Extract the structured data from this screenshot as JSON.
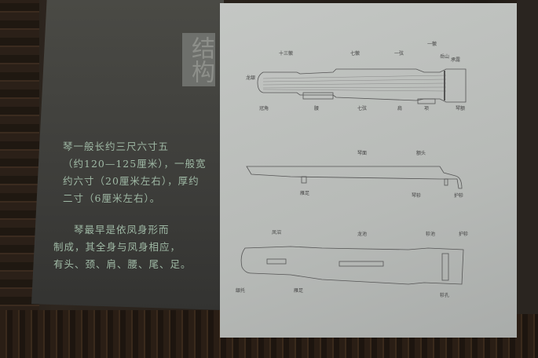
{
  "title": "结构",
  "paragraph1": [
    "琴一般长约三尺六寸五",
    "（约120—125厘米），一般宽",
    "约六寸（20厘米左右），厚约",
    "二寸（6厘米左右）。"
  ],
  "paragraph2": [
    "琴最早是依凤身形而",
    "制成，其全身与凤身相应，",
    "有头、颈、肩、腰、尾、足。"
  ],
  "top_view_labels": {
    "shisan_hui": "十三徽",
    "qi_hui": "七徽",
    "yi_xian": "一弦",
    "yi_hui": "一徽",
    "yueshan": "岳山",
    "chenglu": "承露",
    "longyin": "龙龈",
    "guanjiao": "冠角",
    "yao": "腰",
    "qi_xian": "七弦",
    "jian": "肩",
    "xiang": "项",
    "qin_e": "琴额"
  },
  "side_view_labels": {
    "qinmian": "琴面",
    "etou": "额头",
    "yanzu": "雁足",
    "qinzhen": "琴轸",
    "huzhen": "护轸"
  },
  "bottom_view_labels": {
    "fengzhao": "凤沼",
    "longchi": "龙池",
    "zhenchi": "轸池",
    "huzhen": "护轸",
    "yintuo": "龈托",
    "yanzu": "雁足",
    "zhenkong": "轸孔"
  }
}
